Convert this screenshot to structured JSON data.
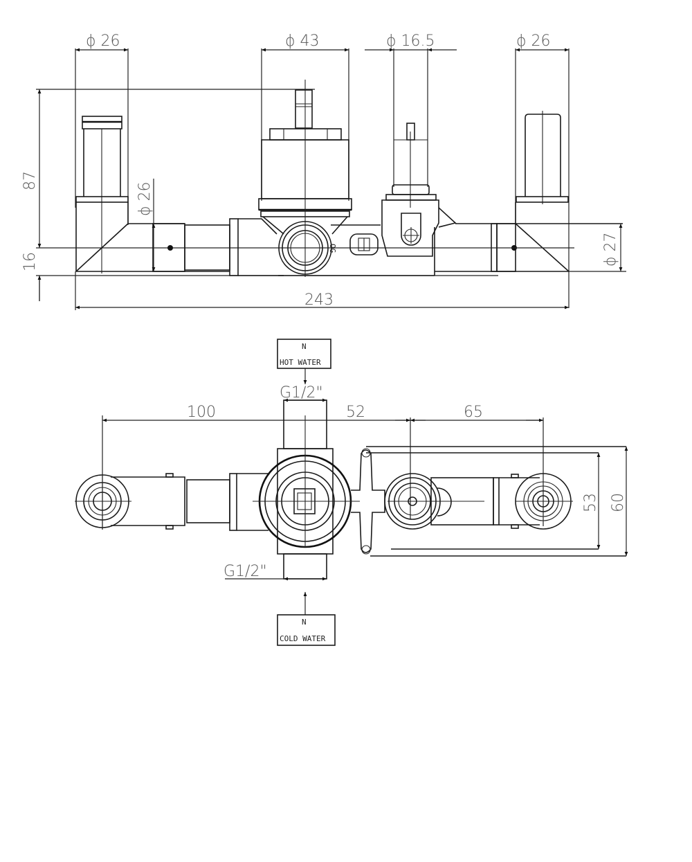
{
  "drawing": {
    "title": "Concealed thermostatic mixer body - technical drawing",
    "views": [
      "front-elevation",
      "top-plan"
    ]
  },
  "front_view": {
    "dims": {
      "d_left_outlet": "ϕ 26",
      "d_cartridge": "ϕ 43",
      "d_diverter": "ϕ 16.5",
      "d_right_outlet": "ϕ 26",
      "height_total": "87",
      "height_base": "16",
      "d_side_inlet": "ϕ 26",
      "d_right_pipe": "ϕ 27",
      "width_total": "243"
    }
  },
  "top_view": {
    "hot_label_line1": "N",
    "hot_label_line2": "HOT WATER",
    "cold_label_line1": "N",
    "cold_label_line2": "COLD WATER",
    "thread_top": "G1/2\"",
    "thread_bottom": "G1/2\"",
    "dims": {
      "left_offset": "100",
      "center_to_diverter": "52",
      "diverter_to_right": "65",
      "height_inner": "53",
      "height_outer": "60"
    }
  }
}
